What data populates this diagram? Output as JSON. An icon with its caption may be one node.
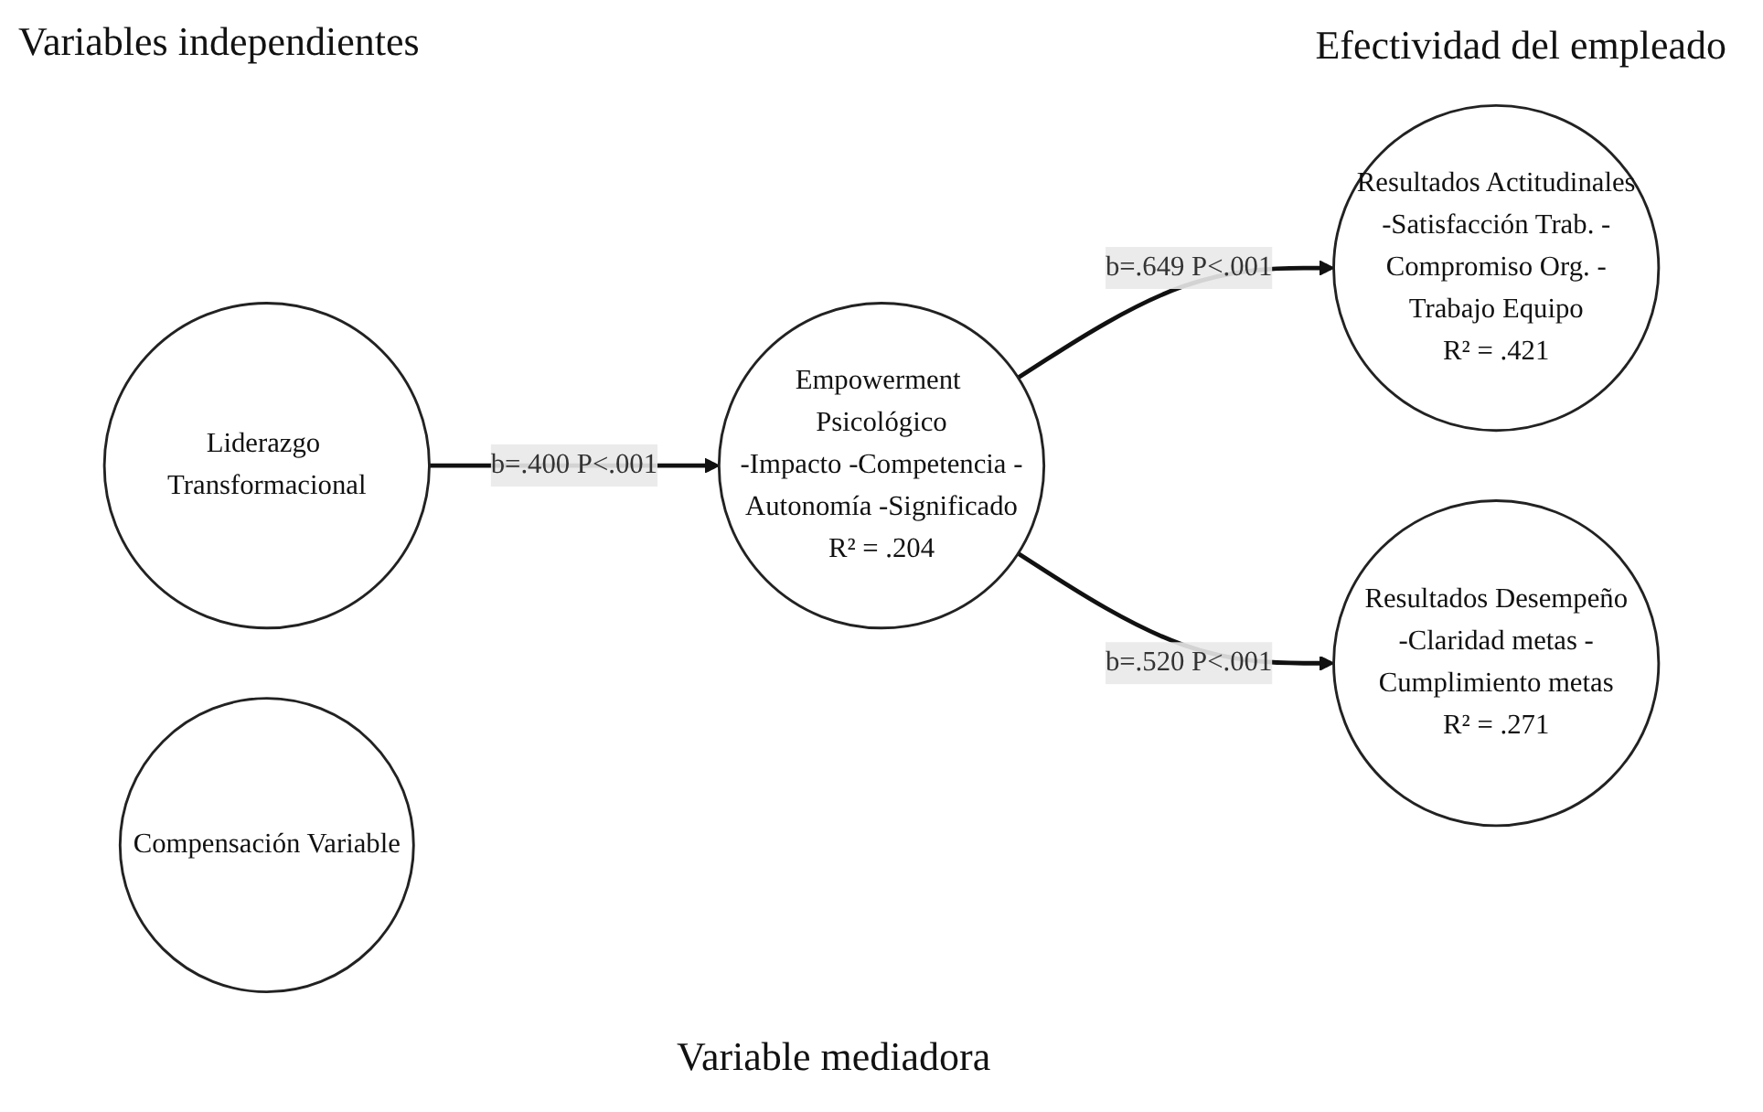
{
  "diagram": {
    "nodes": [
      {
        "text": [
          "Liderazgo Transformacional"
        ]
      },
      {
        "text": [
          "Compensación Variable"
        ]
      },
      {
        "text": [
          "Empowerment Psicológico",
          "-Impacto -Competencia -Autonomía -Significado",
          "R² = .204"
        ]
      },
      {
        "text": [
          "Resultados Actitudinales",
          "-Satisfacción Trab. -Compromiso Org. -Trabajo Equipo",
          "R² = .421"
        ]
      },
      {
        "text": [
          "Resultados Desempeño",
          "-Claridad metas -Cumplimiento metas",
          "R² = .271"
        ]
      }
    ],
    "edges": [
      {
        "from": 0,
        "to": 2,
        "arrow": "to",
        "label": "b=.400 P<.001"
      },
      {
        "from": 2,
        "to": 3,
        "arrow": "to",
        "label": "b=.649 P<.001"
      },
      {
        "from": 2,
        "to": 4,
        "arrow": "to",
        "label": "b=.520 P<.001"
      }
    ],
    "labels": [
      "Variables independientes",
      "Efectividad del empleado",
      "Variable mediadora"
    ]
  }
}
